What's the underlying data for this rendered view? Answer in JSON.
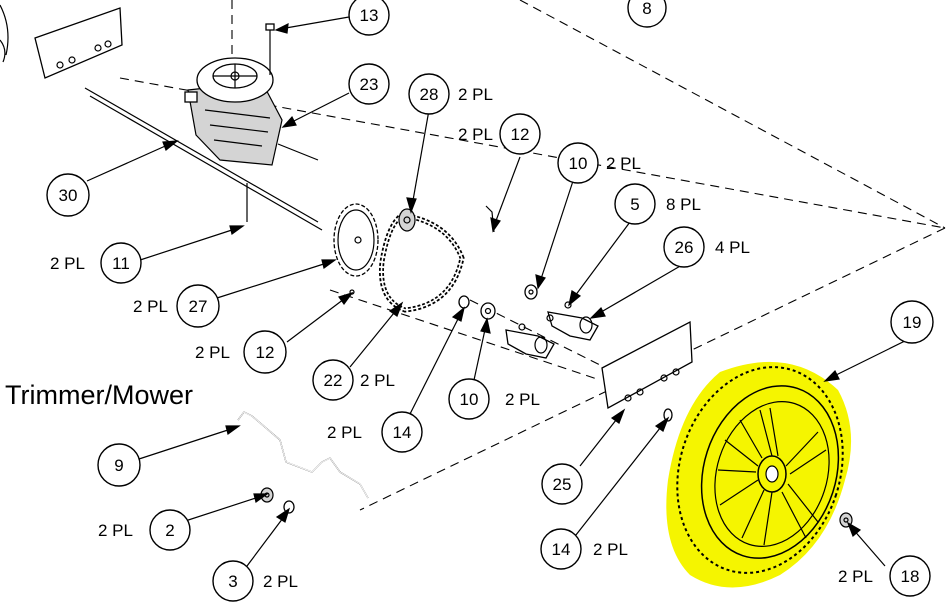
{
  "diagram": {
    "label": "Trimmer/Mower",
    "highlight_color": "#f5f500",
    "callouts": [
      {
        "id": "8",
        "qty": ""
      },
      {
        "id": "13",
        "qty": ""
      },
      {
        "id": "23",
        "qty": ""
      },
      {
        "id": "28",
        "qty": "2 PL"
      },
      {
        "id": "12",
        "qty": "2 PL"
      },
      {
        "id": "30",
        "qty": ""
      },
      {
        "id": "10",
        "qty": "2 PL"
      },
      {
        "id": "5",
        "qty": "8 PL"
      },
      {
        "id": "26",
        "qty": "4 PL"
      },
      {
        "id": "11",
        "qty": "2 PL"
      },
      {
        "id": "27",
        "qty": "2 PL"
      },
      {
        "id": "12",
        "qty": "2 PL"
      },
      {
        "id": "22",
        "qty": "2 PL"
      },
      {
        "id": "19",
        "qty": ""
      },
      {
        "id": "10",
        "qty": "2 PL"
      },
      {
        "id": "14",
        "qty": "2 PL"
      },
      {
        "id": "9",
        "qty": ""
      },
      {
        "id": "25",
        "qty": ""
      },
      {
        "id": "2",
        "qty": "2 PL"
      },
      {
        "id": "14",
        "qty": "2 PL"
      },
      {
        "id": "3",
        "qty": "2 PL"
      },
      {
        "id": "18",
        "qty": "2 PL"
      }
    ]
  }
}
